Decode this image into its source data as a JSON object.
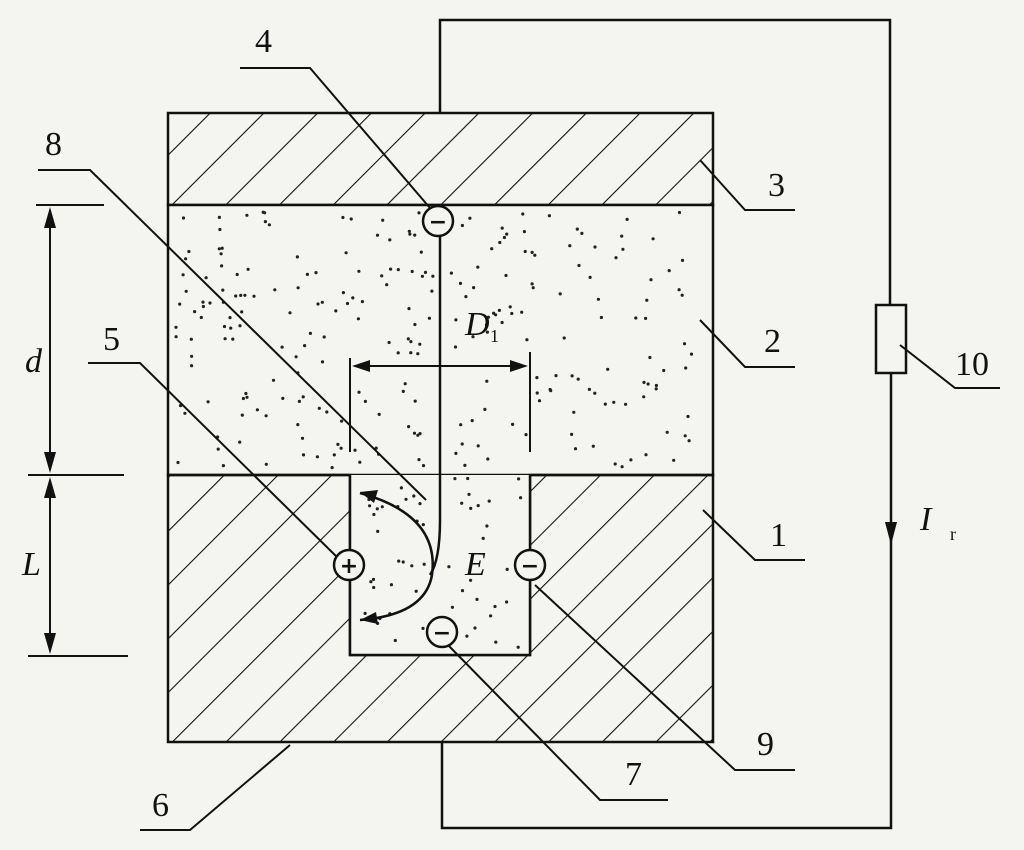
{
  "labels": {
    "n1": "1",
    "n2": "2",
    "n3": "3",
    "n4": "4",
    "n5": "5",
    "n6": "6",
    "n7": "7",
    "n8": "8",
    "n9": "9",
    "n10": "10",
    "d": "d",
    "L": "L",
    "D": "D",
    "D_sub": "1",
    "E": "E",
    "I": "I",
    "I_sub": "r"
  },
  "charges": {
    "top": "−",
    "left": "+",
    "bottom": "−",
    "right": "−"
  }
}
